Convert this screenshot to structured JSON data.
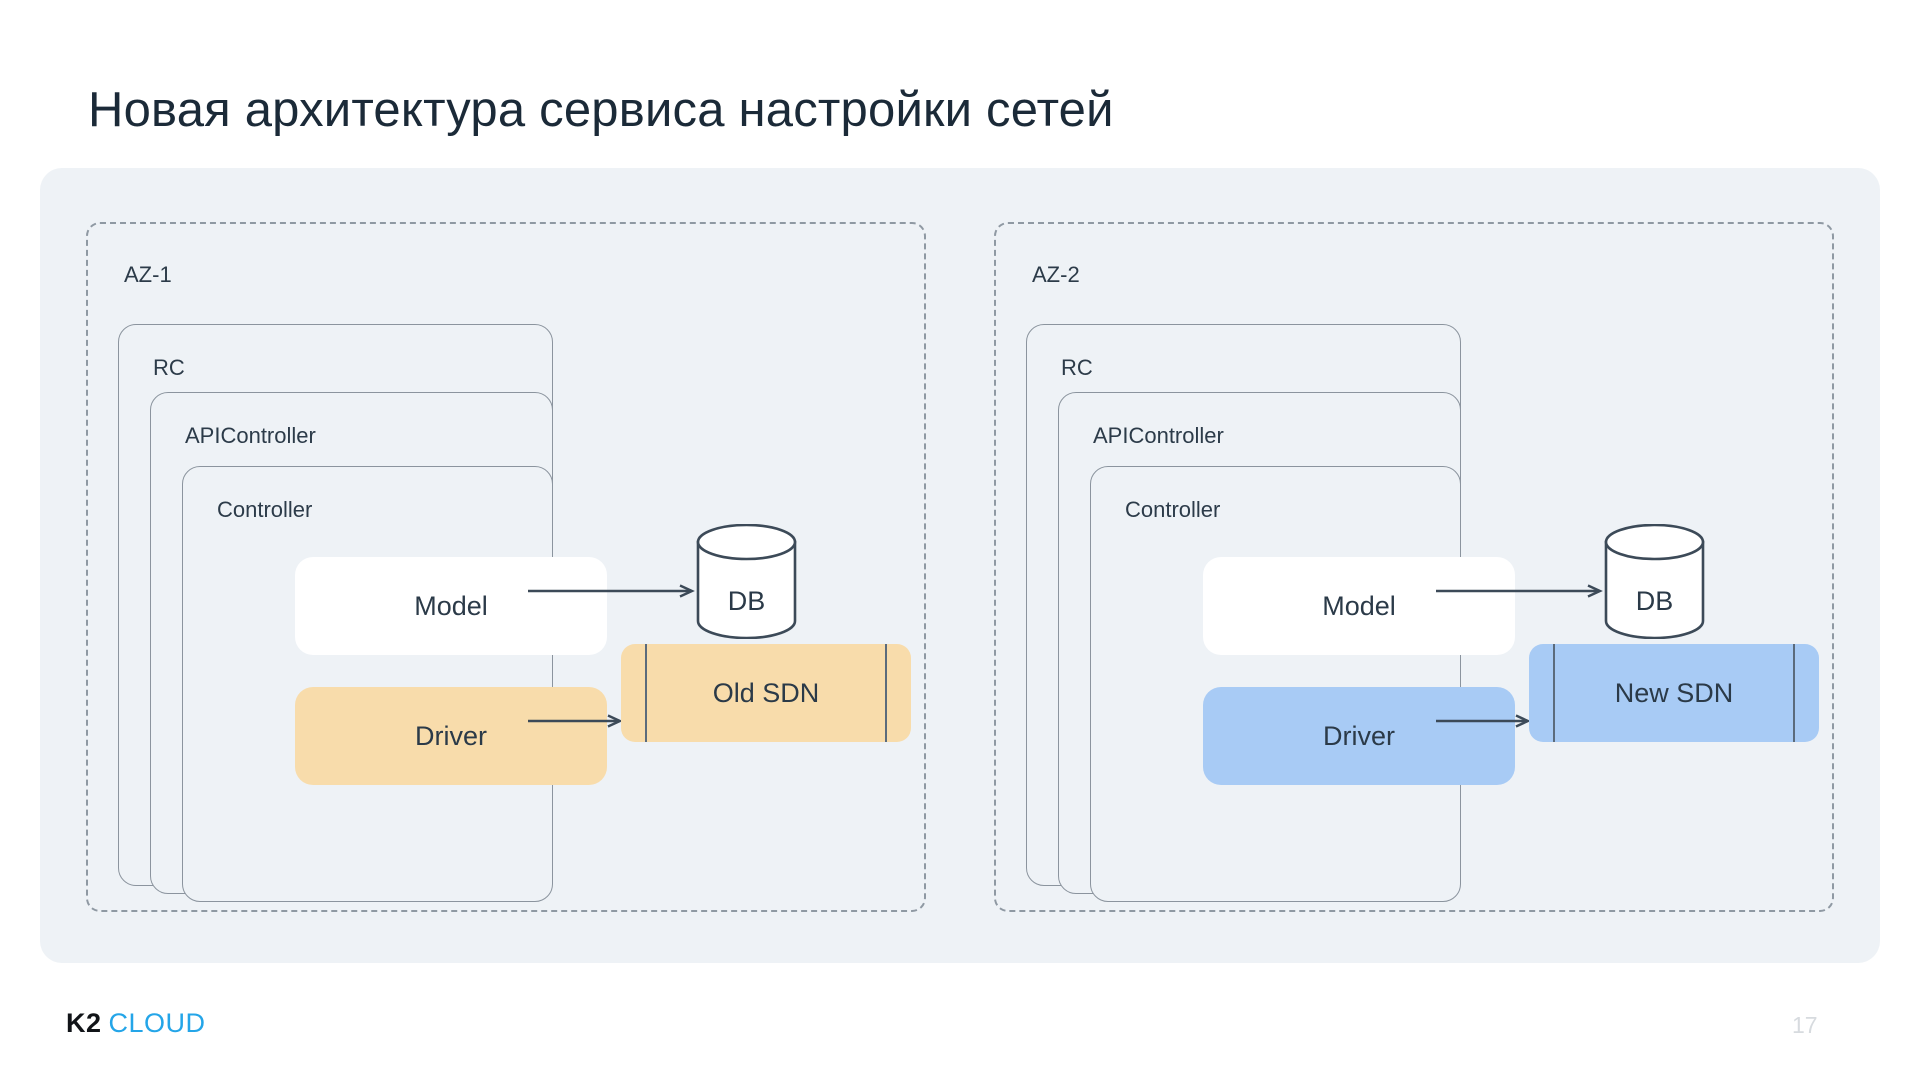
{
  "slide": {
    "title": "Новая архитектура сервиса настройки сетей",
    "page_number": "17"
  },
  "logo": {
    "primary": "K2",
    "secondary": "CLOUD",
    "primary_color": "#111418",
    "secondary_color": "#24a5e8"
  },
  "colors": {
    "panel_bg": "#eef2f6",
    "dashed_border": "#8f99a3",
    "box_border": "#8b949e",
    "orange_fill": "#f8dcab",
    "blue_fill": "#a8cbf5",
    "white_fill": "#ffffff",
    "text": "#2b3a48",
    "arrow": "#3c4a58"
  },
  "zones": [
    {
      "id": "az-1",
      "label": "AZ-1",
      "layers": [
        {
          "label": "RC"
        },
        {
          "label": "APIController"
        },
        {
          "label": "Controller"
        }
      ],
      "blocks": [
        {
          "name": "model",
          "label": "Model",
          "fill": "white"
        },
        {
          "name": "driver",
          "label": "Driver",
          "fill": "orange"
        }
      ],
      "database": {
        "label": "DB"
      },
      "sdn": {
        "label": "Old SDN",
        "fill": "orange"
      },
      "connections": [
        {
          "from": "Model",
          "to": "DB"
        },
        {
          "from": "Driver",
          "to": "Old SDN"
        }
      ]
    },
    {
      "id": "az-2",
      "label": "AZ-2",
      "layers": [
        {
          "label": "RC"
        },
        {
          "label": "APIController"
        },
        {
          "label": "Controller"
        }
      ],
      "blocks": [
        {
          "name": "model",
          "label": "Model",
          "fill": "white"
        },
        {
          "name": "driver",
          "label": "Driver",
          "fill": "blue"
        }
      ],
      "database": {
        "label": "DB"
      },
      "sdn": {
        "label": "New SDN",
        "fill": "blue"
      },
      "connections": [
        {
          "from": "Model",
          "to": "DB"
        },
        {
          "from": "Driver",
          "to": "New SDN"
        }
      ]
    }
  ]
}
